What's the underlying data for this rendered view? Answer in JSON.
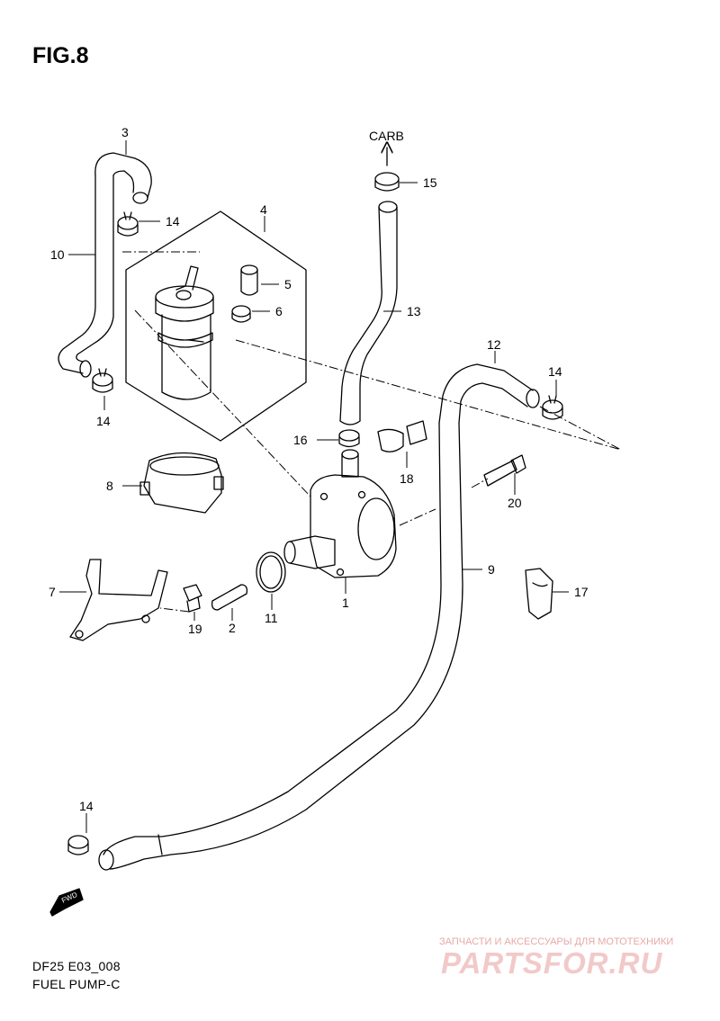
{
  "figure": {
    "title": "FIG.8"
  },
  "direction_label": "CARB",
  "fwd_label": "FWD",
  "callouts": {
    "c1": "1",
    "c2": "2",
    "c3": "3",
    "c4": "4",
    "c5": "5",
    "c6": "6",
    "c7": "7",
    "c8": "8",
    "c9": "9",
    "c10": "10",
    "c11": "11",
    "c12": "12",
    "c13": "13",
    "c14a": "14",
    "c14b": "14",
    "c14c": "14",
    "c14d": "14",
    "c15": "15",
    "c16": "16",
    "c17": "17",
    "c18": "18",
    "c19": "19",
    "c20": "20"
  },
  "footer": {
    "code": "DF25 E03_008",
    "name": "FUEL PUMP-C"
  },
  "watermark": {
    "tagline": "ЗАПЧАСТИ И АКСЕССУАРЫ ДЛЯ МОТОТЕХНИКИ",
    "logo": "PARTSFOR.RU"
  }
}
